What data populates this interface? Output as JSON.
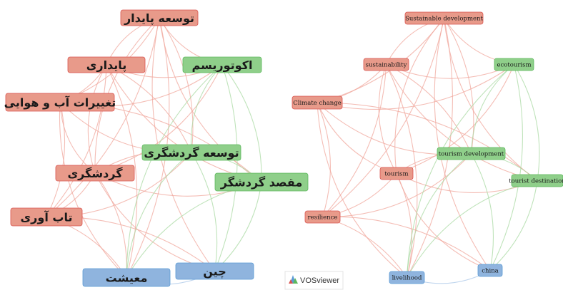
{
  "colors": {
    "cluster_red": "#e89a8a",
    "cluster_red_strong": "#d9534f",
    "cluster_green": "#8fcf8a",
    "cluster_green_strong": "#5cb85c",
    "cluster_blue": "#8fb4de",
    "cluster_blue_strong": "#5b9bd5"
  },
  "branding": {
    "label": "VOSviewer",
    "icon": "vosviewer-logo-icon"
  },
  "left_map": {
    "nodes": [
      {
        "id": "l_sustainable_dev",
        "label": "توسعه پایدار",
        "cluster": "red"
      },
      {
        "id": "l_sustainability",
        "label": "پایداری",
        "cluster": "red"
      },
      {
        "id": "l_climate",
        "label": "تغییرات آب و هوایی",
        "cluster": "red"
      },
      {
        "id": "l_tourism",
        "label": "گردشگری",
        "cluster": "red"
      },
      {
        "id": "l_resilience",
        "label": "تاب آوری",
        "cluster": "red"
      },
      {
        "id": "l_ecotourism",
        "label": "اکوتوریسم",
        "cluster": "green"
      },
      {
        "id": "l_tourism_dev",
        "label": "توسعه گردشگری",
        "cluster": "green"
      },
      {
        "id": "l_destination",
        "label": "مقصد گردشگر",
        "cluster": "green"
      },
      {
        "id": "l_livelihood",
        "label": "معیشت",
        "cluster": "blue"
      },
      {
        "id": "l_china",
        "label": "چین",
        "cluster": "blue"
      }
    ]
  },
  "right_map": {
    "nodes": [
      {
        "id": "r_sustainable_dev",
        "label": "Sustainable development",
        "cluster": "red"
      },
      {
        "id": "r_sustainability",
        "label": "sustainability",
        "cluster": "red"
      },
      {
        "id": "r_climate",
        "label": "Climate change",
        "cluster": "red"
      },
      {
        "id": "r_tourism",
        "label": "tourism",
        "cluster": "red"
      },
      {
        "id": "r_resilience",
        "label": "resilience",
        "cluster": "red"
      },
      {
        "id": "r_ecotourism",
        "label": "ecotourism",
        "cluster": "green"
      },
      {
        "id": "r_tourism_dev",
        "label": "tourism development",
        "cluster": "green"
      },
      {
        "id": "r_destination",
        "label": "tourist destination",
        "cluster": "green"
      },
      {
        "id": "r_livelihood",
        "label": "livelihood",
        "cluster": "blue"
      },
      {
        "id": "r_china",
        "label": "china",
        "cluster": "blue"
      }
    ]
  }
}
